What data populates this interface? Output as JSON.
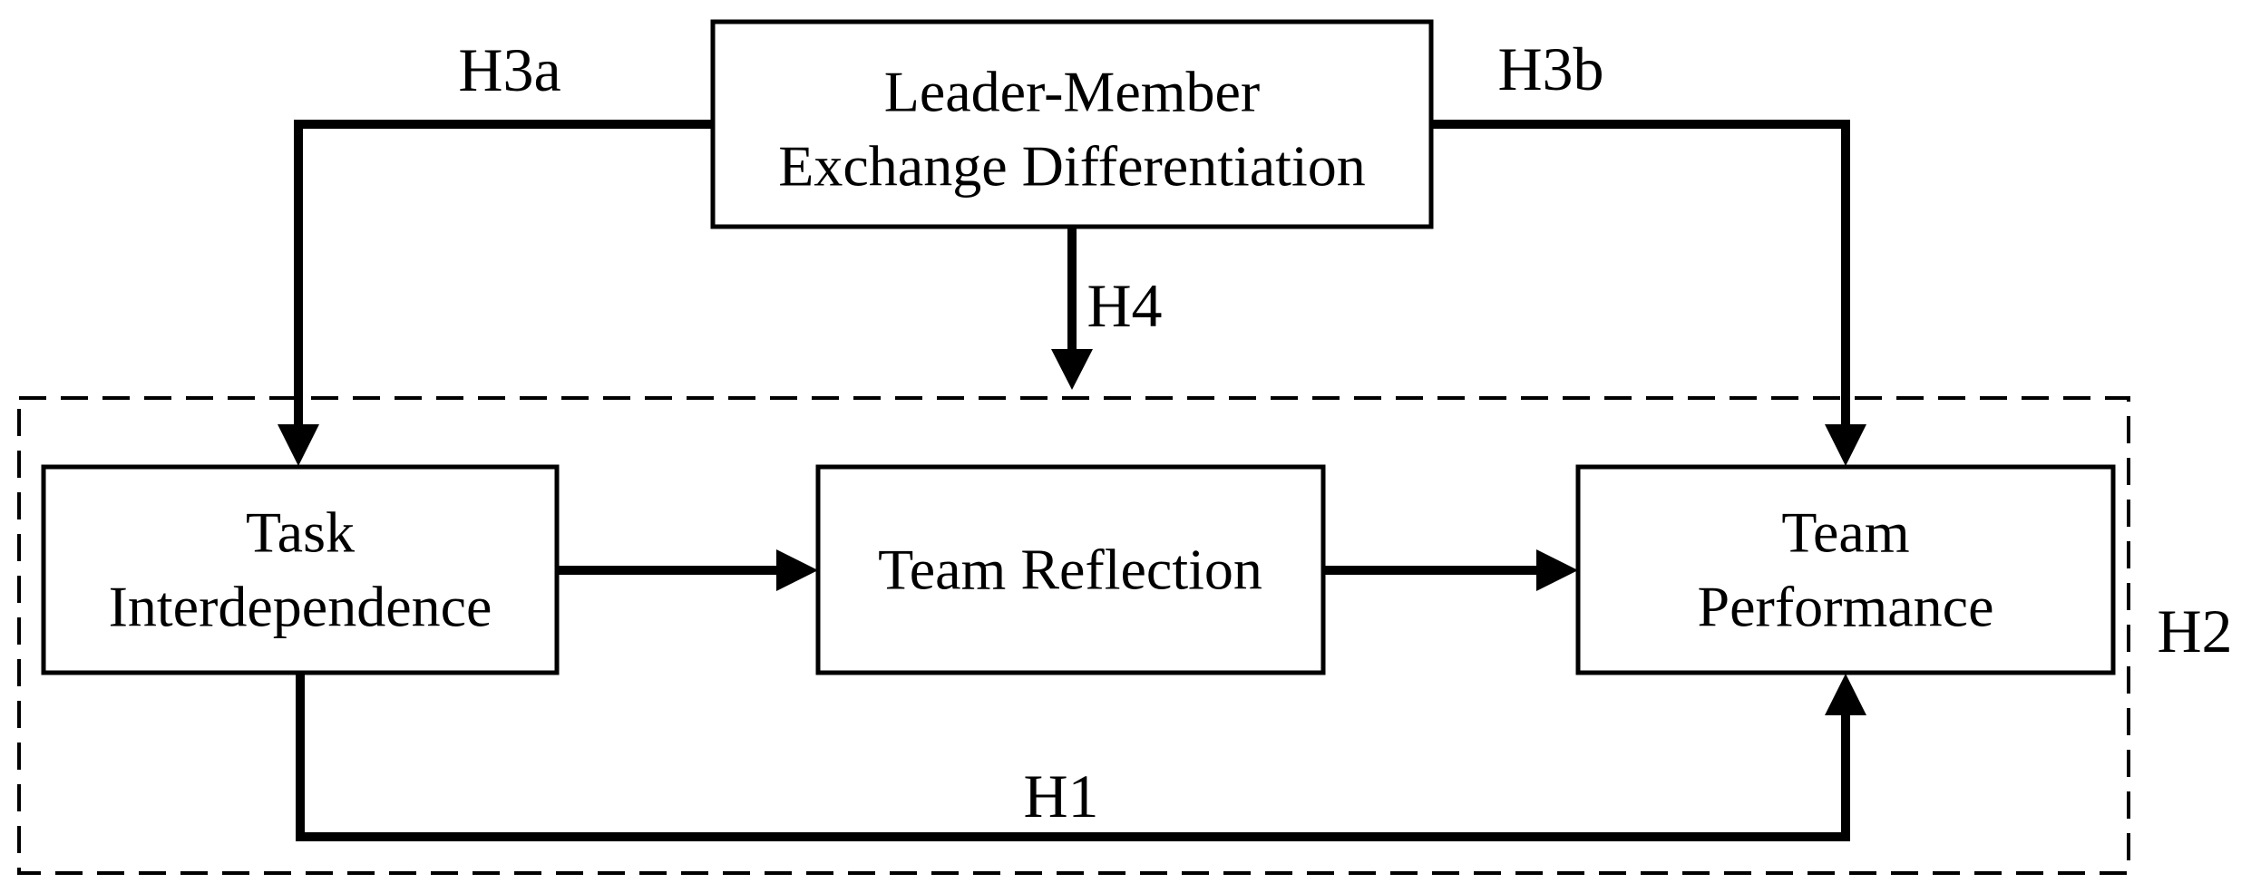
{
  "figure": {
    "background_color": "#ffffff",
    "ink_color": "#000000",
    "type": "hypothesis-path-model",
    "nodes": [
      {
        "id": "lmx-differentiation",
        "label_lines": [
          "Leader-Member",
          "Exchange Differentiation"
        ]
      },
      {
        "id": "task-interdependence",
        "label_lines": [
          "Task",
          "Interdependence"
        ]
      },
      {
        "id": "team-reflection",
        "label_lines": [
          "Team Reflection"
        ]
      },
      {
        "id": "team-performance",
        "label_lines": [
          "Team",
          "Performance"
        ]
      }
    ],
    "hypothesis_labels": {
      "h1": "H1",
      "h2": "H2",
      "h3a": "H3a",
      "h3b": "H3b",
      "h4": "H4"
    },
    "edges": [
      {
        "from": "task-interdependence",
        "to": "team-reflection",
        "label": ""
      },
      {
        "from": "team-reflection",
        "to": "team-performance",
        "label": ""
      },
      {
        "from": "task-interdependence",
        "to": "team-performance",
        "label": "H1",
        "route": "around-bottom"
      },
      {
        "from": "lmx-differentiation",
        "to": "task-interdependence",
        "label": "H3a",
        "route": "left-then-down"
      },
      {
        "from": "lmx-differentiation",
        "to": "team-performance",
        "label": "H3b",
        "route": "right-then-down"
      },
      {
        "from": "lmx-differentiation",
        "to": "mediation-region",
        "label": "H4",
        "route": "straight-down"
      }
    ],
    "regions": [
      {
        "id": "mediation-region",
        "style": "dashed-rectangle",
        "label": "H2",
        "contains": [
          "task-interdependence",
          "team-reflection",
          "team-performance"
        ]
      }
    ]
  }
}
